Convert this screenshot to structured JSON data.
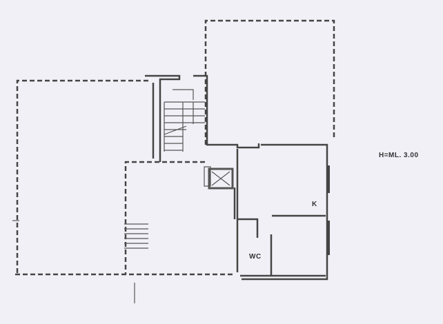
{
  "plan": {
    "height_note": "H=ML. 3.00",
    "room_labels": {
      "kitchen": "K",
      "toilet": "WC"
    }
  }
}
